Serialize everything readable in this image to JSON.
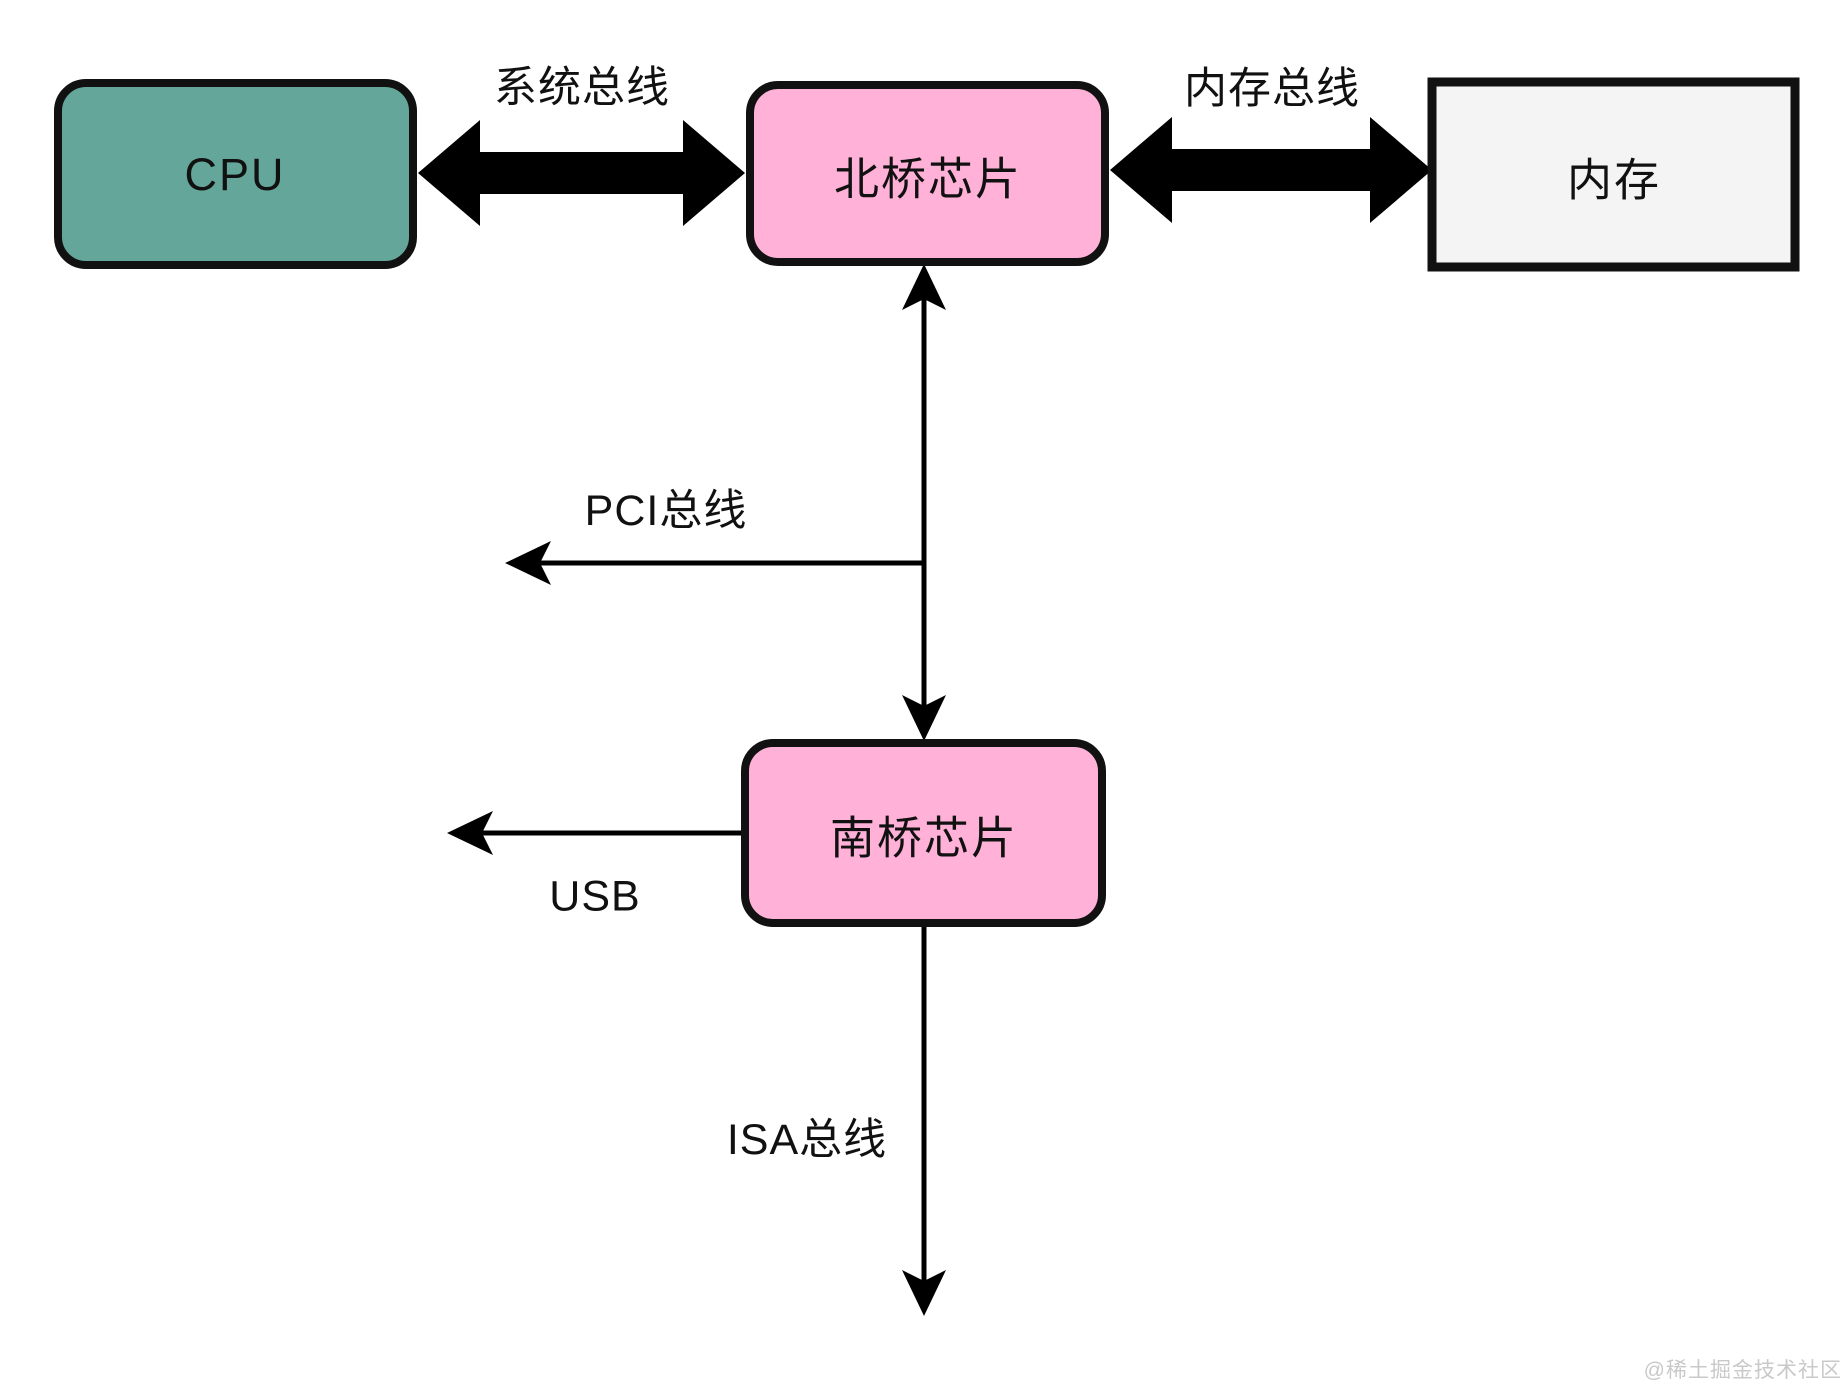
{
  "nodes": {
    "cpu": {
      "label": "CPU",
      "fill": "#64a79a"
    },
    "northbridge": {
      "label": "北桥芯片",
      "fill": "#ffb1d8"
    },
    "memory": {
      "label": "内存",
      "fill": "#f4f4f4"
    },
    "southbridge": {
      "label": "南桥芯片",
      "fill": "#ffb1d8"
    }
  },
  "buses": {
    "system": {
      "label": "系统总线"
    },
    "memory": {
      "label": "内存总线"
    },
    "pci": {
      "label": "PCI总线"
    },
    "usb": {
      "label": "USB"
    },
    "isa": {
      "label": "ISA总线"
    }
  },
  "watermark": {
    "text": "@稀土掘金技术社区",
    "color": "#c9c9c9"
  },
  "colors": {
    "arrow": "#000000",
    "node_border": "#111111",
    "background": "#ffffff"
  }
}
